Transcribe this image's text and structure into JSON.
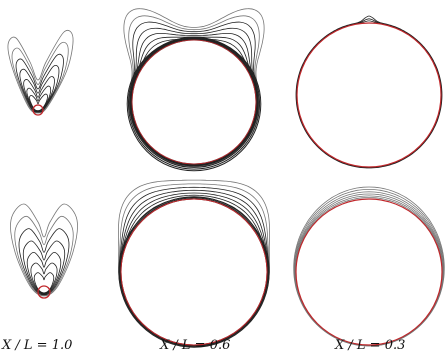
{
  "figure": {
    "columns": [
      {
        "label": "X / L = 1.0",
        "x_over_L": 1.0
      },
      {
        "label": "X / L = 0.6",
        "x_over_L": 0.6
      },
      {
        "label": "X / L = 0.3",
        "x_over_L": 0.3
      }
    ],
    "rows": 2,
    "colors": {
      "contour": "#222222",
      "contour_light": "#777777",
      "circle": "#c0262a",
      "background": "#ffffff"
    }
  }
}
